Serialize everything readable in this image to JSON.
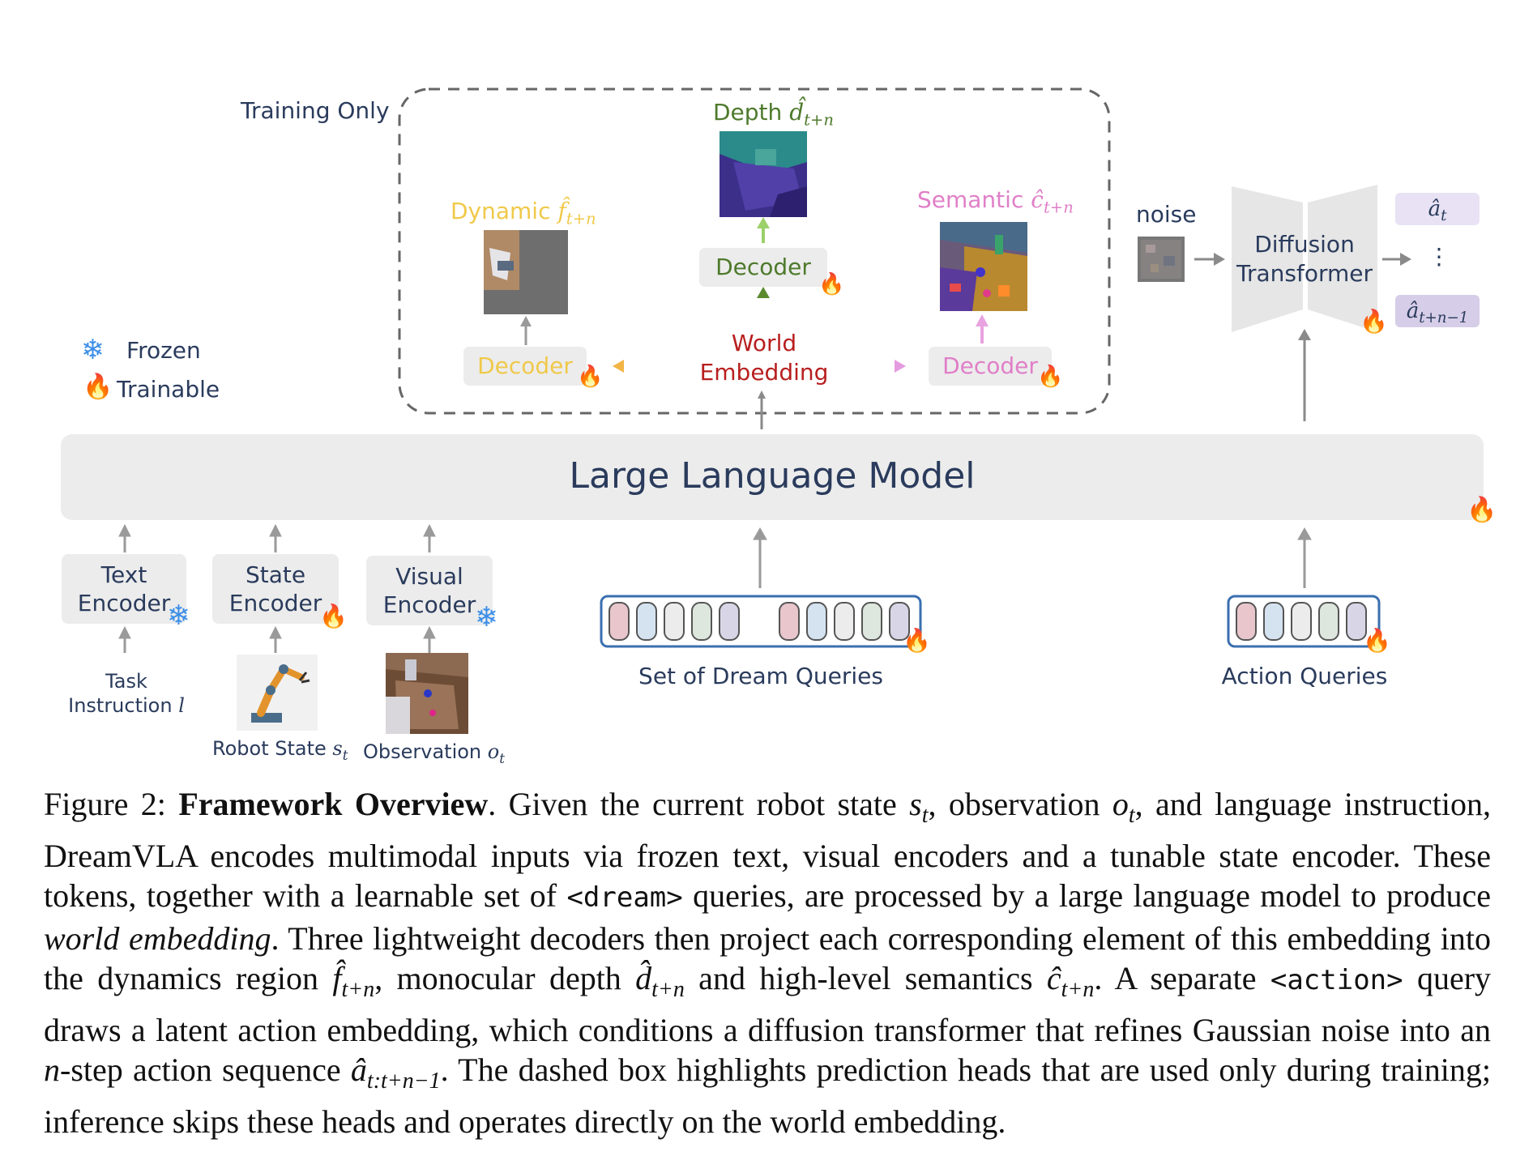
{
  "legend": {
    "frozen_label": "Frozen",
    "trainable_label": "Trainable"
  },
  "training_only_label": "Training Only",
  "heads": {
    "dynamic_label": "Dynamic",
    "dynamic_symbol": "f̂",
    "dynamic_sub": "t+n",
    "depth_label": "Depth",
    "depth_symbol": "d̂",
    "depth_sub": "t+n",
    "semantic_label": "Semantic",
    "semantic_symbol": "ĉ",
    "semantic_sub": "t+n",
    "decoder_label": "Decoder",
    "world_embedding_line1": "World",
    "world_embedding_line2": "Embedding"
  },
  "diffusion": {
    "noise_label": "noise",
    "title_line1": "Diffusion",
    "title_line2": "Transformer",
    "out_first": "â",
    "out_first_sub": "t",
    "out_dots": "⋮",
    "out_last": "â",
    "out_last_sub": "t+n−1"
  },
  "llm_label": "Large Language Model",
  "encoders": {
    "text_line1": "Text",
    "text_line2": "Encoder",
    "state_line1": "State",
    "state_line2": "Encoder",
    "visual_line1": "Visual",
    "visual_line2": "Encoder"
  },
  "inputs": {
    "task_line1": "Task",
    "task_line2": "Instruction",
    "task_symbol": "l",
    "robot_state_label": "Robot State",
    "robot_state_symbol": "s",
    "robot_state_sub": "t",
    "observation_label": "Observation",
    "observation_symbol": "o",
    "observation_sub": "t"
  },
  "queries": {
    "dream_label": "Set of Dream Queries",
    "action_label": "Action Queries"
  },
  "colors": {
    "dynamic": "#f0c94a",
    "depth": "#4e7a2c",
    "semantic": "#e07fc8",
    "world_embedding": "#b81f1f",
    "text_dark": "#2a3b5c",
    "box_gray": "#ececec",
    "query_border": "#3a6fb0"
  },
  "caption": {
    "fig_label": "Figure 2:",
    "title": "Framework Overview",
    "s1": ". Given the current robot state ",
    "s1_sym": "s",
    "s1_sub": "t",
    "s2": ", observation ",
    "s2_sym": "o",
    "s2_sub": "t",
    "s3": ", and language instruction, DreamVLA encodes multimodal inputs via frozen text, visual encoders and a tunable state encoder. These tokens, together with a learnable set of ",
    "dream_tag": "<dream>",
    "s4": " queries, are processed by a large language model to produce ",
    "world_emb_italic": "world embedding",
    "s5": ". Three lightweight decoders then project each corresponding element of this embedding into the dynamics region ",
    "f_sym": "f̂",
    "f_sub": "t+n",
    "s6": ", monocular depth ",
    "d_sym": "d̂",
    "d_sub": "t+n",
    "s7": " and high-level semantics ",
    "c_sym": "ĉ",
    "c_sub": "t+n",
    "s8": ". A separate ",
    "action_tag": "<action>",
    "s9": " query draws a latent action embedding, which conditions a diffusion transformer that refines Gaussian noise into an ",
    "n_sym": "n",
    "s10": "-step action sequence ",
    "a_sym": "â",
    "a_sub": "t:t+n−1",
    "s11": ". The dashed box highlights prediction heads that are used only during training; inference skips these heads and operates directly on the world embedding."
  }
}
